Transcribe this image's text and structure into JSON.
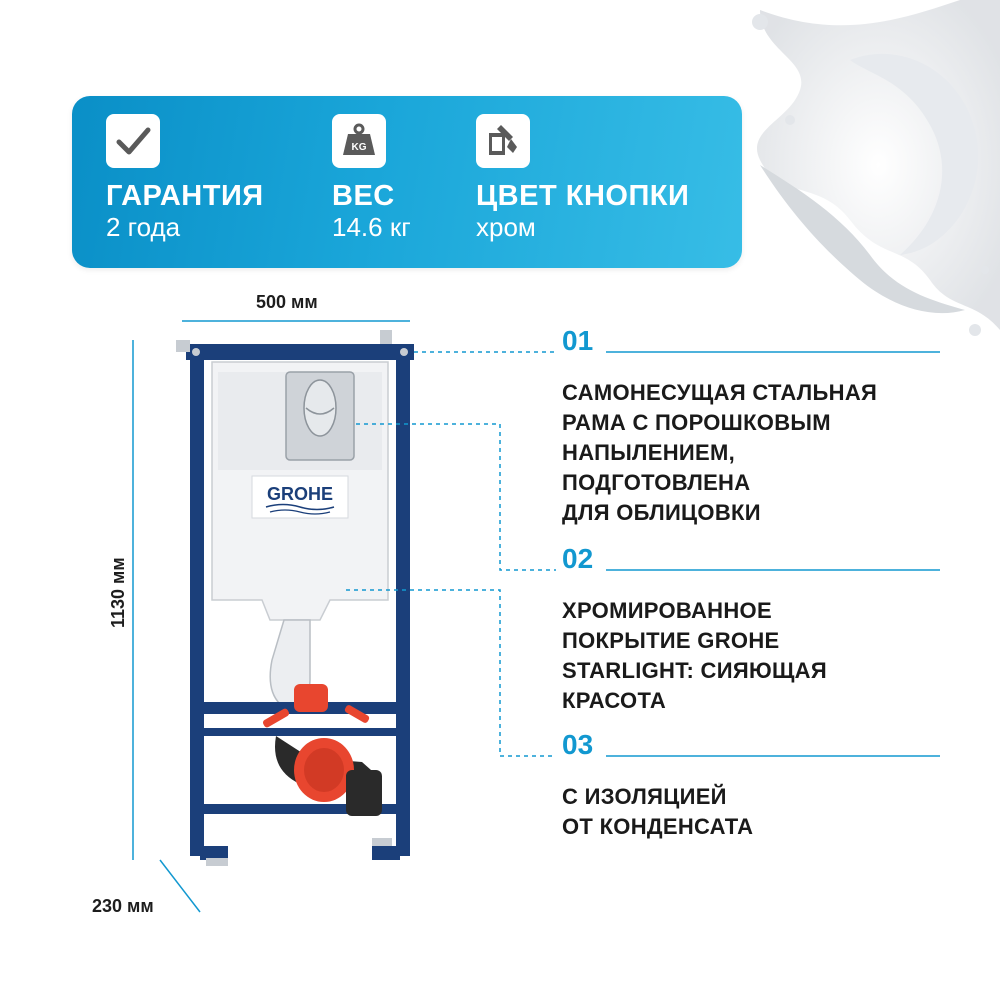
{
  "banner": {
    "features": [
      {
        "icon": "checkmark-icon",
        "title": "ГАРАНТИЯ",
        "value": "2 года"
      },
      {
        "icon": "weight-kg-icon",
        "title": "ВЕС",
        "value": "14.6 кг",
        "icon_text": "KG"
      },
      {
        "icon": "paint-bucket-icon",
        "title": "ЦВЕТ КНОПКИ",
        "value": "хром"
      }
    ]
  },
  "dimensions": {
    "width": "500 мм",
    "height": "1130 мм",
    "depth": "230 мм"
  },
  "product": {
    "brand": "GROHE"
  },
  "specs": [
    {
      "number": "01",
      "text_lines": [
        "САМОНЕСУЩАЯ СТАЛЬНАЯ",
        "РАМА С ПОРОШКОВЫМ",
        "НАПЫЛЕНИЕМ,",
        "ПОДГОТОВЛЕНА",
        "ДЛЯ ОБЛИЦОВКИ"
      ]
    },
    {
      "number": "02",
      "text_lines": [
        "ХРОМИРОВАННОЕ",
        "ПОКРЫТИЕ GROHE",
        "STARLIGHT: СИЯЮЩАЯ",
        "КРАСОТА"
      ]
    },
    {
      "number": "03",
      "text_lines": [
        "С ИЗОЛЯЦИЕЙ",
        "ОТ КОНДЕНСАТА"
      ]
    }
  ],
  "colors": {
    "accent": "#1298d0",
    "frame": "#1b3f7a",
    "fitting": "#e8462f"
  }
}
